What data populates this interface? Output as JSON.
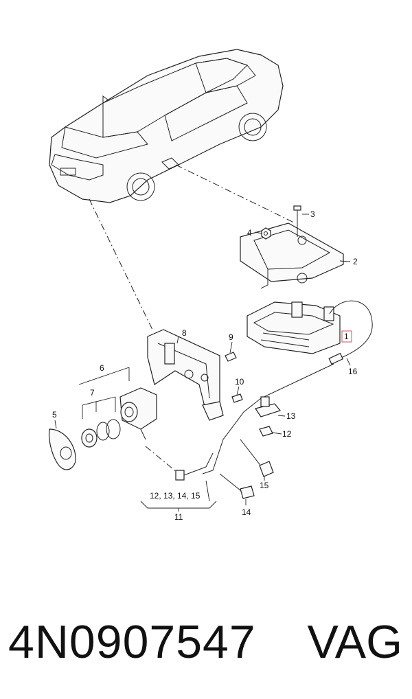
{
  "diagram": {
    "labels": {
      "l1": "1",
      "l2": "2",
      "l3": "3",
      "l4": "4",
      "l5": "5",
      "l6": "6",
      "l7": "7",
      "l8": "8",
      "l9": "9",
      "l10": "10",
      "l11": "11",
      "l11_group": "12, 13, 14, 15",
      "l12": "12",
      "l13": "13",
      "l14": "14",
      "l15": "15",
      "l16": "16"
    },
    "highlight_color": "#d9707a"
  },
  "footer": {
    "part_number": "4N0907547",
    "brand": "VAG"
  }
}
